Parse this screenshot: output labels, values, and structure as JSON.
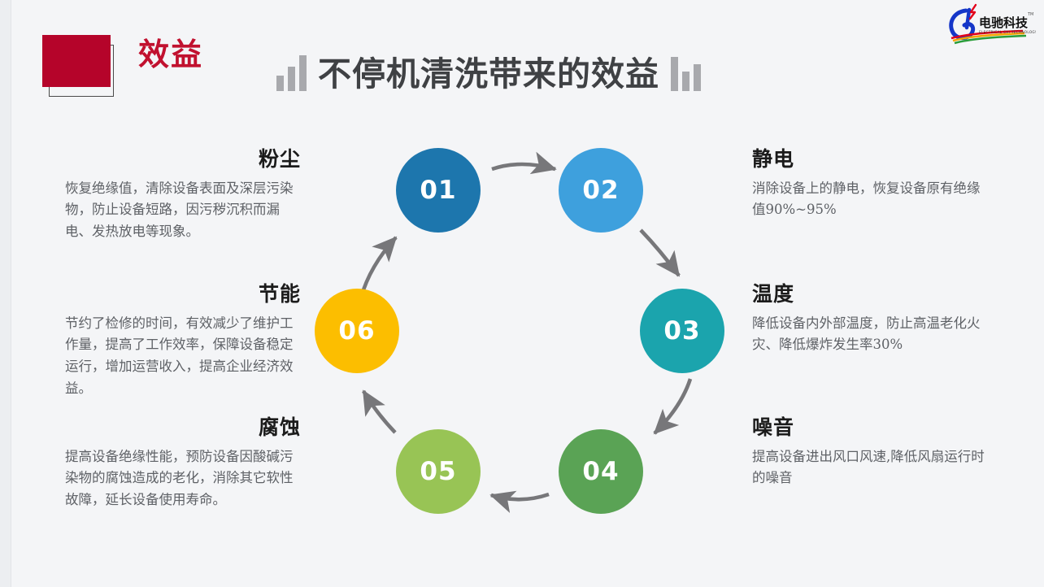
{
  "header": {
    "section_label": "效益",
    "main_title": "不停机清洗带来的效益",
    "deco_bars_left": "bar-chart-bars",
    "deco_bars_right": "bar-chart-bars"
  },
  "logo": {
    "name": "dianchi-technology-logo",
    "cn_text": "电驰科技",
    "en_text": "ELECTRICAL CHI TECHNOLOGY",
    "tm": "TM"
  },
  "colors": {
    "background": "#f4f5f7",
    "accent_red": "#c1112f",
    "square_red": "#b5042a",
    "title_gray": "#3f4144",
    "body_gray": "#5e6166",
    "arrow_gray": "#77777a",
    "node_01": "#1d76ad",
    "node_02": "#3ea0dd",
    "node_03": "#1ba4ad",
    "node_04": "#5aa355",
    "node_05": "#98c455",
    "node_06": "#fcbe00"
  },
  "nodes": [
    {
      "id": "01",
      "label": "01",
      "color": "#1d76ad",
      "topic": "粉尘"
    },
    {
      "id": "02",
      "label": "02",
      "color": "#3ea0dd",
      "topic": "静电"
    },
    {
      "id": "03",
      "label": "03",
      "color": "#1ba4ad",
      "topic": "温度"
    },
    {
      "id": "04",
      "label": "04",
      "color": "#5aa355",
      "topic": "噪音"
    },
    {
      "id": "05",
      "label": "05",
      "color": "#98c455",
      "topic": "腐蚀"
    },
    {
      "id": "06",
      "label": "06",
      "color": "#fcbe00",
      "topic": "节能"
    }
  ],
  "blocks": {
    "dust": {
      "title": "粉尘",
      "body": "恢复绝缘值，清除设备表面及深层污染物，防止设备短路，因污秽沉积而漏电、发热放电等现象。"
    },
    "static": {
      "title": "静电",
      "body": "消除设备上的静电，恢复设备原有绝缘值90%~95%"
    },
    "temperature": {
      "title": "温度",
      "body": "降低设备内外部温度，防止高温老化火灾、降低爆炸发生率30%"
    },
    "noise": {
      "title": "噪音",
      "body": "提高设备进出风口风速,降低风扇运行时的噪音"
    },
    "corrosion": {
      "title": "腐蚀",
      "body": "提高设备绝缘性能，预防设备因酸碱污染物的腐蚀造成的老化，消除其它软性故障，延长设备使用寿命。"
    },
    "energy": {
      "title": "节能",
      "body": "节约了检修的时间，有效减少了维护工作量，提高了工作效率，保障设备稳定运行，增加运营收入，提高企业经济效益。"
    }
  }
}
